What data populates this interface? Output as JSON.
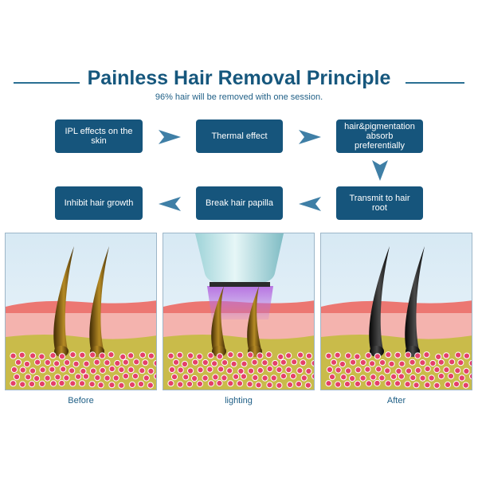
{
  "header": {
    "title": "Painless Hair Removal Principle",
    "subtitle": "96% hair will be removed with one session."
  },
  "steps": [
    {
      "label": "IPL effects on the skin"
    },
    {
      "label": "Thermal effect"
    },
    {
      "label": "hair&pigmentation absorb preferentially"
    },
    {
      "label": "Transmit to hair root"
    },
    {
      "label": "Break hair papilla"
    },
    {
      "label": "Inhibit hair growth"
    }
  ],
  "panels": [
    {
      "caption": "Before"
    },
    {
      "caption": "lighting"
    },
    {
      "caption": "After"
    }
  ],
  "colors": {
    "primary": "#16557c",
    "arrow": "#3f7fa6",
    "dermis": "#f2a9a5",
    "skin_band": "#ec7772",
    "fat_layer": "#c9bb4a",
    "fat_cell": "#e4406a",
    "hair_before": "#6b4a10",
    "hair_after": "#151515",
    "light": "#b66ee0"
  }
}
